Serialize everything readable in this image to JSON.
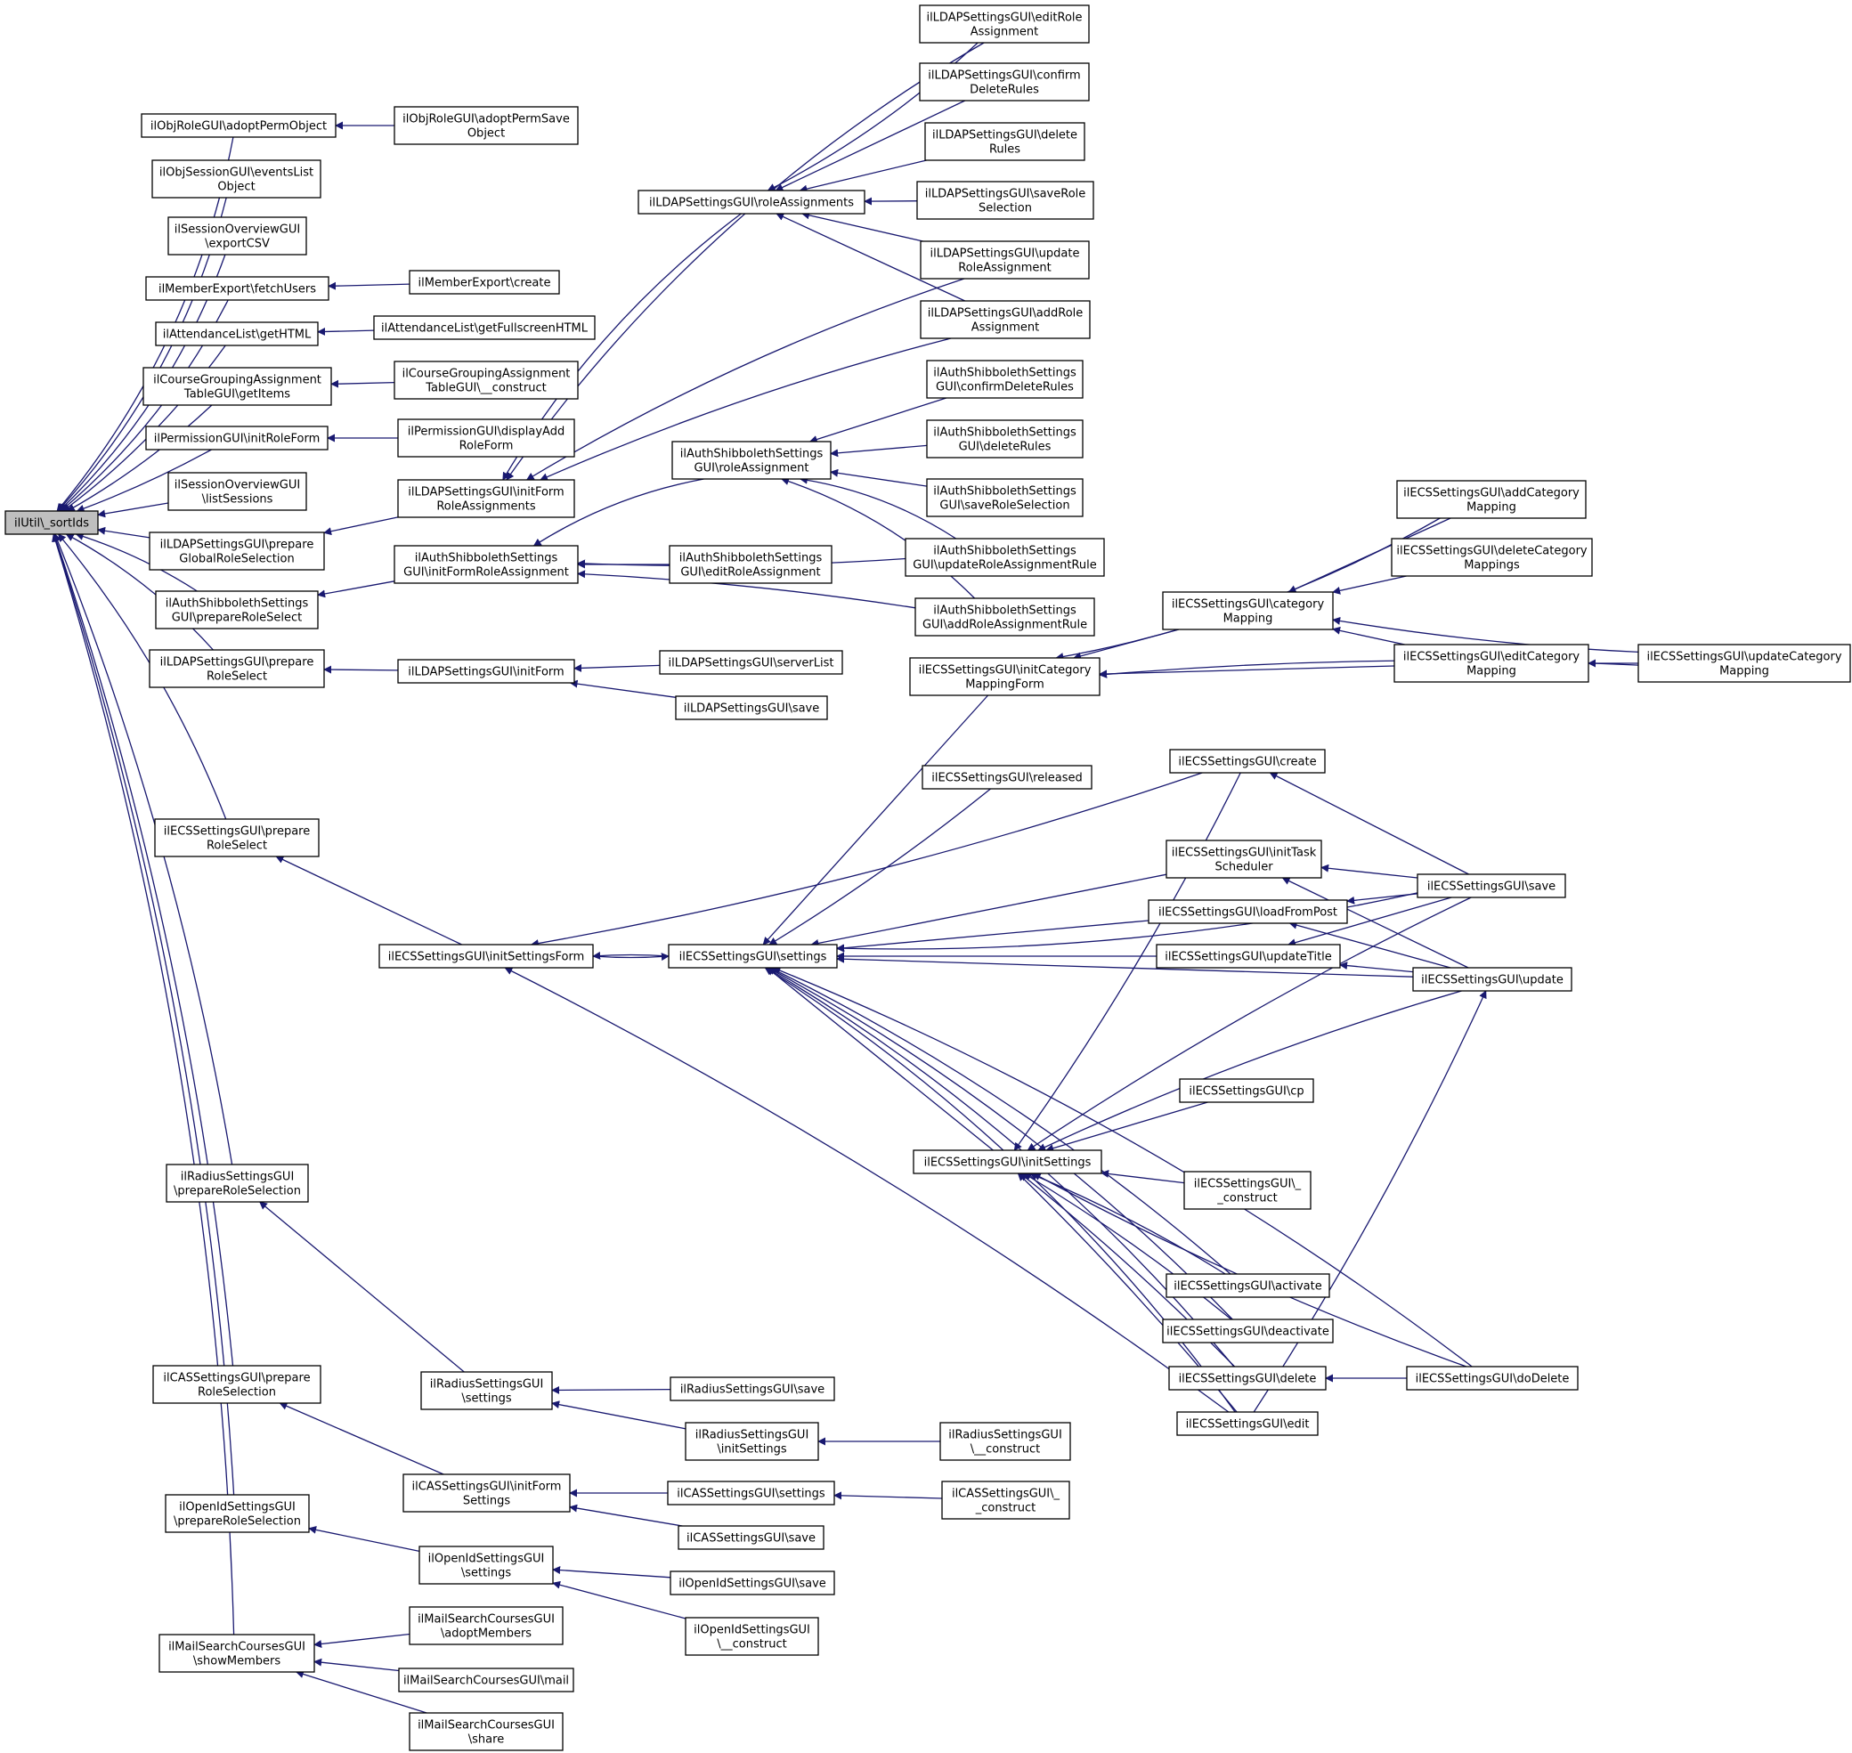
{
  "graph": {
    "edge_color": "#191970",
    "node_fill": "#ffffff",
    "root_fill": "#bfbfbf",
    "nodes": [
      {
        "id": "root",
        "lines": [
          "ilUtil\\_sortIds"
        ],
        "root": true
      },
      {
        "id": "objrole_adopt",
        "lines": [
          "ilObjRoleGUI\\adoptPermObject"
        ]
      },
      {
        "id": "objrole_adoptsave",
        "lines": [
          "ilObjRoleGUI\\adoptPermSave",
          "Object"
        ]
      },
      {
        "id": "objsession_events",
        "lines": [
          "ilObjSessionGUI\\eventsList",
          "Object"
        ]
      },
      {
        "id": "sessov_export",
        "lines": [
          "ilSessionOverviewGUI",
          "\\exportCSV"
        ]
      },
      {
        "id": "member_fetch",
        "lines": [
          "ilMemberExport\\fetchUsers"
        ]
      },
      {
        "id": "member_create",
        "lines": [
          "ilMemberExport\\create"
        ]
      },
      {
        "id": "attend_gethtml",
        "lines": [
          "ilAttendanceList\\getHTML"
        ]
      },
      {
        "id": "attend_full",
        "lines": [
          "ilAttendanceList\\getFullscreenHTML"
        ]
      },
      {
        "id": "cga_getitems",
        "lines": [
          "ilCourseGroupingAssignment",
          "TableGUI\\getItems"
        ]
      },
      {
        "id": "cga_construct",
        "lines": [
          "ilCourseGroupingAssignment",
          "TableGUI\\__construct"
        ]
      },
      {
        "id": "perm_initrole",
        "lines": [
          "ilPermissionGUI\\initRoleForm"
        ]
      },
      {
        "id": "perm_display",
        "lines": [
          "ilPermissionGUI\\displayAdd",
          "RoleForm"
        ]
      },
      {
        "id": "sessov_list",
        "lines": [
          "ilSessionOverviewGUI",
          "\\listSessions"
        ]
      },
      {
        "id": "ldap_prepglobal",
        "lines": [
          "ilLDAPSettingsGUI\\prepare",
          "GlobalRoleSelection"
        ]
      },
      {
        "id": "ldap_initformrole",
        "lines": [
          "ilLDAPSettingsGUI\\initForm",
          "RoleAssignments"
        ]
      },
      {
        "id": "shib_prepsel",
        "lines": [
          "ilAuthShibbolethSettings",
          "GUI\\prepareRoleSelect"
        ]
      },
      {
        "id": "shib_initform",
        "lines": [
          "ilAuthShibbolethSettings",
          "GUI\\initFormRoleAssignment"
        ]
      },
      {
        "id": "ldap_prepsel",
        "lines": [
          "ilLDAPSettingsGUI\\prepare",
          "RoleSelect"
        ]
      },
      {
        "id": "ldap_initform",
        "lines": [
          "ilLDAPSettingsGUI\\initForm"
        ]
      },
      {
        "id": "ldap_serverlist",
        "lines": [
          "ilLDAPSettingsGUI\\serverList"
        ]
      },
      {
        "id": "ldap_save",
        "lines": [
          "ilLDAPSettingsGUI\\save"
        ]
      },
      {
        "id": "ldap_roleassign",
        "lines": [
          "ilLDAPSettingsGUI\\roleAssignments"
        ]
      },
      {
        "id": "ldap_editrole",
        "lines": [
          "ilLDAPSettingsGUI\\editRole",
          "Assignment"
        ]
      },
      {
        "id": "ldap_confirmdel",
        "lines": [
          "ilLDAPSettingsGUI\\confirm",
          "DeleteRules"
        ]
      },
      {
        "id": "ldap_delrules",
        "lines": [
          "ilLDAPSettingsGUI\\delete",
          "Rules"
        ]
      },
      {
        "id": "ldap_saverolesel",
        "lines": [
          "ilLDAPSettingsGUI\\saveRole",
          "Selection"
        ]
      },
      {
        "id": "ldap_updaterole",
        "lines": [
          "ilLDAPSettingsGUI\\update",
          "RoleAssignment"
        ]
      },
      {
        "id": "ldap_addrole",
        "lines": [
          "ilLDAPSettingsGUI\\addRole",
          "Assignment"
        ]
      },
      {
        "id": "shib_roleassign",
        "lines": [
          "ilAuthShibbolethSettings",
          "GUI\\roleAssignment"
        ]
      },
      {
        "id": "shib_confirmdel",
        "lines": [
          "ilAuthShibbolethSettings",
          "GUI\\confirmDeleteRules"
        ]
      },
      {
        "id": "shib_delrules",
        "lines": [
          "ilAuthShibbolethSettings",
          "GUI\\deleteRules"
        ]
      },
      {
        "id": "shib_saverolesel",
        "lines": [
          "ilAuthShibbolethSettings",
          "GUI\\saveRoleSelection"
        ]
      },
      {
        "id": "shib_updaterule",
        "lines": [
          "ilAuthShibbolethSettings",
          "GUI\\updateRoleAssignmentRule"
        ]
      },
      {
        "id": "shib_editrole",
        "lines": [
          "ilAuthShibbolethSettings",
          "GUI\\editRoleAssignment"
        ]
      },
      {
        "id": "shib_addrule",
        "lines": [
          "ilAuthShibbolethSettings",
          "GUI\\addRoleAssignmentRule"
        ]
      },
      {
        "id": "ecs_addcat",
        "lines": [
          "ilECSSettingsGUI\\addCategory",
          "Mapping"
        ]
      },
      {
        "id": "ecs_delcat",
        "lines": [
          "ilECSSettingsGUI\\deleteCategory",
          "Mappings"
        ]
      },
      {
        "id": "ecs_catmap",
        "lines": [
          "ilECSSettingsGUI\\category",
          "Mapping"
        ]
      },
      {
        "id": "ecs_initcatform",
        "lines": [
          "ilECSSettingsGUI\\initCategory",
          "MappingForm"
        ]
      },
      {
        "id": "ecs_editcat",
        "lines": [
          "ilECSSettingsGUI\\editCategory",
          "Mapping"
        ]
      },
      {
        "id": "ecs_updatecat",
        "lines": [
          "ilECSSettingsGUI\\updateCategory",
          "Mapping"
        ]
      },
      {
        "id": "ecs_prepsel",
        "lines": [
          "ilECSSettingsGUI\\prepare",
          "RoleSelect"
        ]
      },
      {
        "id": "ecs_initsetform",
        "lines": [
          "ilECSSettingsGUI\\initSettingsForm"
        ]
      },
      {
        "id": "ecs_settings",
        "lines": [
          "ilECSSettingsGUI\\settings"
        ]
      },
      {
        "id": "ecs_create",
        "lines": [
          "ilECSSettingsGUI\\create"
        ]
      },
      {
        "id": "ecs_released",
        "lines": [
          "ilECSSettingsGUI\\released"
        ]
      },
      {
        "id": "ecs_inittask",
        "lines": [
          "ilECSSettingsGUI\\initTask",
          "Scheduler"
        ]
      },
      {
        "id": "ecs_save",
        "lines": [
          "ilECSSettingsGUI\\save"
        ]
      },
      {
        "id": "ecs_loadpost",
        "lines": [
          "ilECSSettingsGUI\\loadFromPost"
        ]
      },
      {
        "id": "ecs_updatetitle",
        "lines": [
          "ilECSSettingsGUI\\updateTitle"
        ]
      },
      {
        "id": "ecs_update",
        "lines": [
          "ilECSSettingsGUI\\update"
        ]
      },
      {
        "id": "ecs_cp",
        "lines": [
          "ilECSSettingsGUI\\cp"
        ]
      },
      {
        "id": "ecs_initsettings",
        "lines": [
          "ilECSSettingsGUI\\initSettings"
        ]
      },
      {
        "id": "ecs_construct",
        "lines": [
          "ilECSSettingsGUI\\_",
          "_construct"
        ]
      },
      {
        "id": "ecs_activate",
        "lines": [
          "ilECSSettingsGUI\\activate"
        ]
      },
      {
        "id": "ecs_deactivate",
        "lines": [
          "ilECSSettingsGUI\\deactivate"
        ]
      },
      {
        "id": "ecs_delete",
        "lines": [
          "ilECSSettingsGUI\\delete"
        ]
      },
      {
        "id": "ecs_dodelete",
        "lines": [
          "ilECSSettingsGUI\\doDelete"
        ]
      },
      {
        "id": "ecs_edit",
        "lines": [
          "ilECSSettingsGUI\\edit"
        ]
      },
      {
        "id": "radius_prepsel",
        "lines": [
          "ilRadiusSettingsGUI",
          "\\prepareRoleSelection"
        ]
      },
      {
        "id": "radius_settings",
        "lines": [
          "ilRadiusSettingsGUI",
          "\\settings"
        ]
      },
      {
        "id": "radius_save",
        "lines": [
          "ilRadiusSettingsGUI\\save"
        ]
      },
      {
        "id": "radius_initsettings",
        "lines": [
          "ilRadiusSettingsGUI",
          "\\initSettings"
        ]
      },
      {
        "id": "radius_construct",
        "lines": [
          "ilRadiusSettingsGUI",
          "\\__construct"
        ]
      },
      {
        "id": "cas_prepsel",
        "lines": [
          "ilCASSettingsGUI\\prepare",
          "RoleSelection"
        ]
      },
      {
        "id": "cas_initform",
        "lines": [
          "ilCASSettingsGUI\\initForm",
          "Settings"
        ]
      },
      {
        "id": "cas_settings",
        "lines": [
          "ilCASSettingsGUI\\settings"
        ]
      },
      {
        "id": "cas_construct",
        "lines": [
          "ilCASSettingsGUI\\_",
          "_construct"
        ]
      },
      {
        "id": "cas_save",
        "lines": [
          "ilCASSettingsGUI\\save"
        ]
      },
      {
        "id": "openid_prepsel",
        "lines": [
          "ilOpenIdSettingsGUI",
          "\\prepareRoleSelection"
        ]
      },
      {
        "id": "openid_settings",
        "lines": [
          "ilOpenIdSettingsGUI",
          "\\settings"
        ]
      },
      {
        "id": "openid_save",
        "lines": [
          "ilOpenIdSettingsGUI\\save"
        ]
      },
      {
        "id": "openid_construct",
        "lines": [
          "ilOpenIdSettingsGUI",
          "\\__construct"
        ]
      },
      {
        "id": "mail_show",
        "lines": [
          "ilMailSearchCoursesGUI",
          "\\showMembers"
        ]
      },
      {
        "id": "mail_adopt",
        "lines": [
          "ilMailSearchCoursesGUI",
          "\\adoptMembers"
        ]
      },
      {
        "id": "mail_mail",
        "lines": [
          "ilMailSearchCoursesGUI\\mail"
        ]
      },
      {
        "id": "mail_share",
        "lines": [
          "ilMailSearchCoursesGUI",
          "\\share"
        ]
      }
    ]
  }
}
